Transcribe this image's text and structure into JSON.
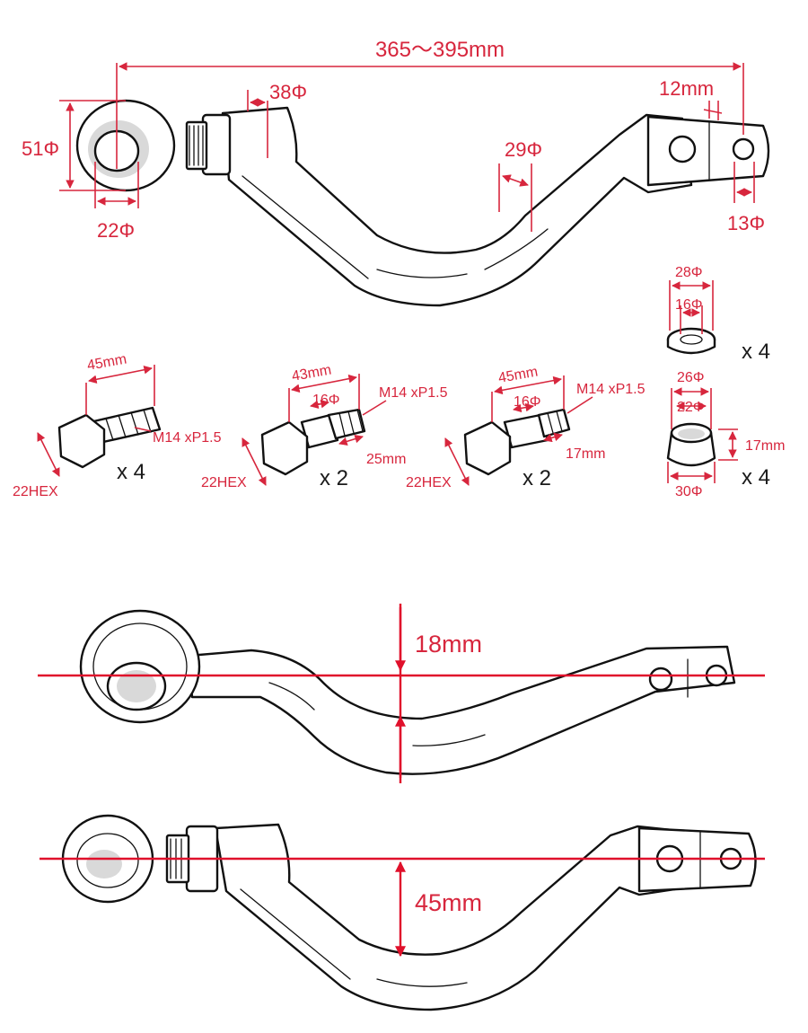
{
  "top_arm": {
    "length": "365～395mm",
    "bushing_outer": "51Φ",
    "bushing_inner": "22Φ",
    "sleeve_dia": "38Φ",
    "tube_dia": "29Φ",
    "end_thickness": "12mm",
    "end_hole": "13Φ"
  },
  "hardware": {
    "bolt_a": {
      "length": "45mm",
      "thread": "M14 xP1.5",
      "hex": "22HEX",
      "qty": "x 4"
    },
    "bolt_b": {
      "length": "43mm",
      "shoulder": "16Φ",
      "thread": "M14 xP1.5",
      "thread_len": "25mm",
      "hex": "22HEX",
      "qty": "x 2"
    },
    "bolt_c": {
      "length": "45mm",
      "shoulder": "16Φ",
      "thread": "M14 xP1.5",
      "thread_len": "17mm",
      "hex": "22HEX",
      "qty": "x 2"
    },
    "washer": {
      "outer": "28Φ",
      "inner": "16Φ",
      "qty": "x 4"
    },
    "collar": {
      "top": "26Φ",
      "inner": "22Φ",
      "bottom": "30Φ",
      "height": "17mm",
      "qty": "x 4"
    }
  },
  "offsets": {
    "side_view": "18mm",
    "top_view": "45mm"
  }
}
